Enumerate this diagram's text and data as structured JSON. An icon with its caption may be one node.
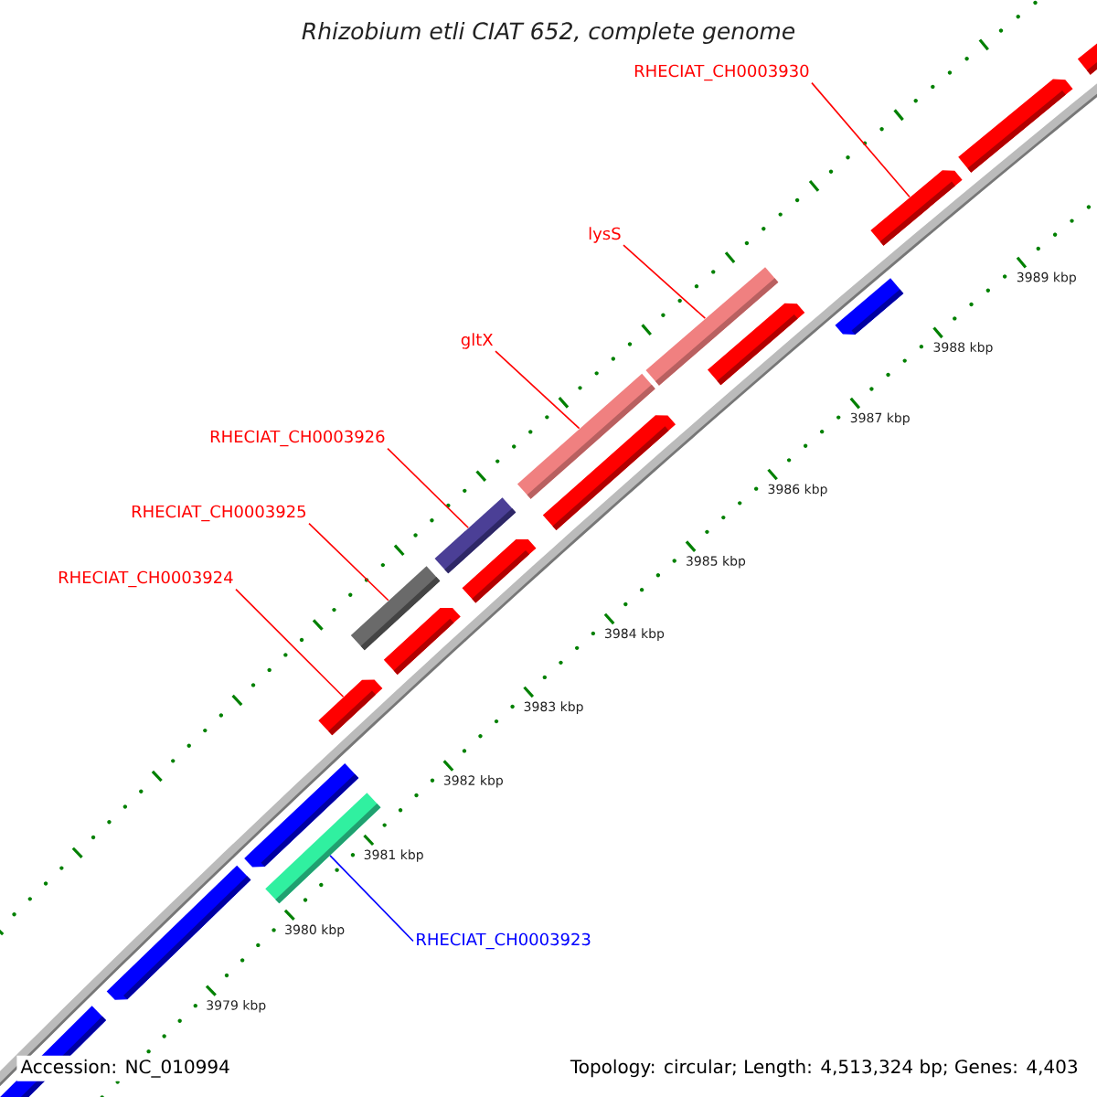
{
  "diagram": {
    "title": "Rhizobium etli CIAT 652, complete genome",
    "nodes": [
      {
        "text": [
          "RHECIAT_CH0003930"
        ]
      },
      {
        "text": [
          "lysS"
        ]
      },
      {
        "text": [
          "gltX"
        ]
      },
      {
        "text": [
          "RHECIAT_CH0003926"
        ]
      },
      {
        "text": [
          "RHECIAT_CH0003925"
        ]
      },
      {
        "text": [
          "RHECIAT_CH0003924"
        ]
      },
      {
        "text": [
          "RHECIAT_CH0003923"
        ]
      },
      {
        "text": [],
        "shape": "bar"
      },
      {
        "text": [],
        "shape": "bar"
      },
      {
        "text": [],
        "shape": "bar"
      },
      {
        "text": [],
        "shape": "bar"
      },
      {
        "text": [],
        "shape": "bar"
      },
      {
        "text": [],
        "shape": "bar"
      },
      {
        "text": [],
        "shape": "bar"
      }
    ],
    "edges": [
      {
        "from": 0,
        "to": 13,
        "arrow": "none"
      },
      {
        "from": 1,
        "to": 12,
        "arrow": "none"
      },
      {
        "from": 2,
        "to": 11,
        "arrow": "none"
      },
      {
        "from": 3,
        "to": 10,
        "arrow": "none"
      },
      {
        "from": 4,
        "to": 9,
        "arrow": "none"
      },
      {
        "from": 5,
        "to": 8,
        "arrow": "none"
      },
      {
        "from": 6,
        "to": 7,
        "arrow": "none",
        "color": "#0000ff"
      }
    ],
    "labels": [
      "3989 kbp",
      "3988 kbp",
      "3987 kbp",
      "3986 kbp",
      "3985 kbp",
      "3984 kbp",
      "3983 kbp",
      "3982 kbp",
      "3981 kbp",
      "3980 kbp",
      "3979 kbp",
      "Accession: NC_010994",
      "Topology: circular; Length: 4,513,324 bp; Genes: 4,403"
    ]
  }
}
